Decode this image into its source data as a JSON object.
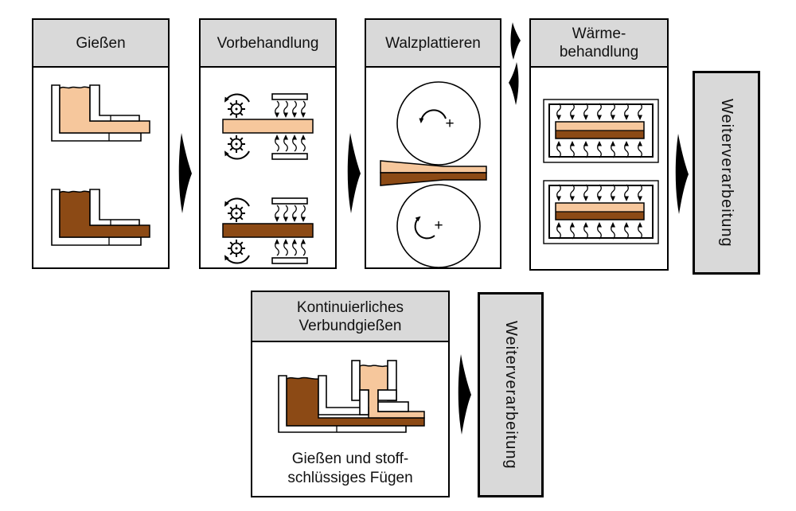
{
  "colors": {
    "background": "#FFFFFF",
    "header_gray": "#D9D9D9",
    "border": "#000000",
    "text": "#111111",
    "clad_light": "#F6C79C",
    "clad_dark": "#8C4A15"
  },
  "boxes": {
    "giessen": {
      "title": "Gießen"
    },
    "vorbehandlung": {
      "title": "Vorbehandlung"
    },
    "walzplattieren": {
      "title": "Walzplattieren",
      "roll_center_symbol": "+"
    },
    "waermebehandlung": {
      "title_line1": "Wärme-",
      "title_line2": "behandlung"
    },
    "weiterverarbeitung_top": {
      "title": "Weiterverarbeitung"
    },
    "kontinuierliches_verbundgiessen": {
      "title_line1": "Kontinuierliches",
      "title_line2": "Verbundgießen",
      "caption_line1": "Gießen und stoff-",
      "caption_line2": "schlüssiges Fügen"
    },
    "weiterverarbeitung_bottom": {
      "title": "Weiterverarbeitung"
    }
  }
}
